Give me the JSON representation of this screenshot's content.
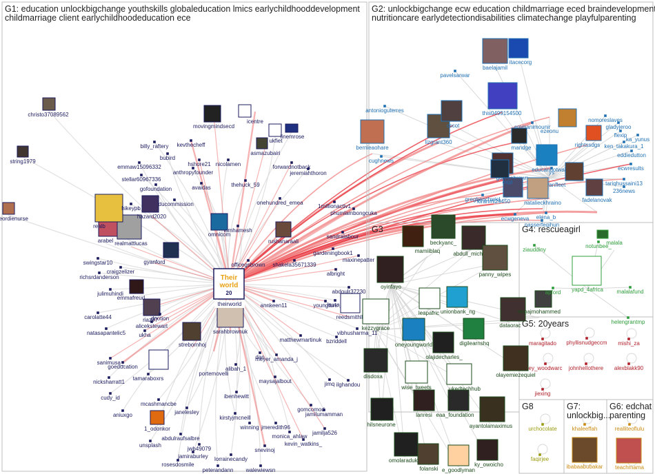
{
  "groups": [
    {
      "id": "G1",
      "lines": [
        "G1: education unlockbigchange youthskills globaleducation lmics earlychildhooddevelopment",
        "childmarriage client earlychildhoodeducation ece"
      ]
    },
    {
      "id": "G2",
      "lines": [
        "G2: unlockbigchange ecw education childmarriage eced braindevelopment",
        "nutritioncare earlydetectiondisabilities climatechange playfulparenting"
      ]
    },
    {
      "id": "G3",
      "lines": [
        "G3"
      ]
    },
    {
      "id": "G4",
      "lines": [
        "G4: rescueagirl"
      ]
    },
    {
      "id": "G5",
      "lines": [
        "G5: 20years"
      ]
    },
    {
      "id": "G6",
      "lines": [
        "G6: edchat",
        "parenting"
      ]
    },
    {
      "id": "G7",
      "lines": [
        "G7:",
        "unlockbig..."
      ]
    },
    {
      "id": "G8",
      "lines": [
        "G8"
      ]
    }
  ],
  "colors": {
    "g1": "#1a1a5e",
    "g2": "#1f6fb2",
    "g3": "#1a4a1a",
    "g4": "#2e9c3a",
    "g5": "#b0202a",
    "g6": "#c98a10",
    "g7": "#c98a10",
    "g8": "#9a9a10",
    "edge": "#f08080",
    "edge_strong": "#e8323c",
    "edge_grey": "#d9d9d9"
  },
  "hub": {
    "label": "theirworld",
    "logo_line1": "Their",
    "logo_line2": "world",
    "logo_line3": "20"
  },
  "nodes": {
    "g1": [
      "christo37089562",
      "string1979",
      "thegeordienurse",
      "billy_raftery",
      "emmaw15096332",
      "stellar60967336",
      "bubird",
      "kevthecheff",
      "hshore21",
      "anthropyfounder",
      "movingmindsecd",
      "icentre",
      "asmazubairi",
      "ukfiet",
      "linemrose",
      "forwardnotback",
      "jeremiahthoron",
      "onehundred_emea",
      "nicolamen",
      "avaidas",
      "thehuck_59",
      "educommission",
      "gofoundation",
      "iamhamesh",
      "omnicom",
      "rushanaraali",
      "gardeningbook1",
      "sandralabour",
      "1millionactiv1",
      "phumlambongcuka",
      "shakela35671339",
      "officegsbrown",
      "albright",
      "maxinepatter",
      "abdoulr37230",
      "annkeen11",
      "youngturk",
      "laura_",
      "reedsmithll",
      "vibhusharma_11",
      "bzriddell",
      "matthewmartinuk",
      "meyer_amanda_j",
      "jimq",
      "ilghandou",
      "maysajalbout",
      "dan",
      "alibah_1",
      "portemovelli",
      "sarahbrownuk",
      "strebornhoj",
      "alicekstewart",
      "emmafreud",
      "julimuhindi",
      "richsrdanderson",
      "craigzelizer",
      "swingstar10",
      "gyanford",
      "arabel",
      "realmattlucas",
      "realb",
      "hikeypb",
      "hazard2020",
      "carolatte44",
      "natasapantelic5",
      "sanimusa_",
      "goeducation",
      "tamaraboxrs",
      "nicksharratt1",
      "cudy_id",
      "aniuxgo",
      "mcashmancbe",
      "1_odonkor",
      "unsplash",
      "abdulraufsalbre",
      "janelesley",
      "jwb49079",
      "jamiraburley",
      "rosesdosmile",
      "ibenhewitt",
      "kirstyjmcneill",
      "winning",
      "jmeredith96",
      "monica_ahlaw",
      "gomcomod",
      "jamilumamman",
      "jamilja526",
      "kevin_watkins_",
      "snevinoj",
      "lorrainecandy",
      "peterandann",
      "walewiewsn",
      "ukha",
      "riaz97",
      "dnotion"
    ],
    "g2": [
      "baelajamil",
      "itacecorg",
      "pavelsarwar",
      "antonioguterres",
      "bernieaohare",
      "cughnews",
      "lizgrant360",
      "cscot",
      "this0499154500",
      "ammanimounir",
      "ezeonu",
      "gordonbrown",
      "educannotwait",
      "justinvanfleet",
      "natalieckhraino",
      "elena_b",
      "gregbenchwicl",
      "kiranmi29450",
      "ecwgeneva",
      "nasserfeqihun",
      "fadelanovak",
      "nomoreslaves",
      "gladyjeroo",
      "flexip",
      "ka_yunus",
      "ken_takakura_1",
      "eddiedutton",
      "tariqhussaini13",
      "236news",
      "ecwresults",
      "rightssdgs",
      "mandge",
      "expl",
      "ys"
    ],
    "g3": [
      "mamiiblaq",
      "beckyanc_",
      "abdull_michael",
      "oyinfayo",
      "panny_wipes",
      "kezzygrace",
      "leapafric",
      "unionbank_ng",
      "dataorac",
      "oneyoungworld",
      "olajidecharles_",
      "digilearnshq",
      "disdoxa",
      "wise_tweets",
      "ukedtechhub",
      "olayemiezequiel",
      "lanresi",
      "eaa_foundation",
      "hilsneurone",
      "ayantolamaximus",
      "omolaraduke",
      "folanski",
      "e_goodlyman",
      "ky_owoicho",
      "ennajmohammed"
    ],
    "g4": [
      "ziauddiny",
      "malala",
      "notunbee_",
      "yapd_4africa",
      "apford",
      "malalafund",
      "helengrantmp"
    ],
    "g5": [
      "maragitado",
      "phyllisnudgeccm",
      "mishi_za",
      "ey_woodwarc",
      "johnhellothere",
      "alexblakk90",
      "jiexing"
    ],
    "g6": [
      "realliteoflulu",
      "teachmama"
    ],
    "g7": [
      "khaleeffah",
      "ibabaabubakar"
    ],
    "g8": [
      "urchocolate",
      "faqirjee"
    ]
  }
}
